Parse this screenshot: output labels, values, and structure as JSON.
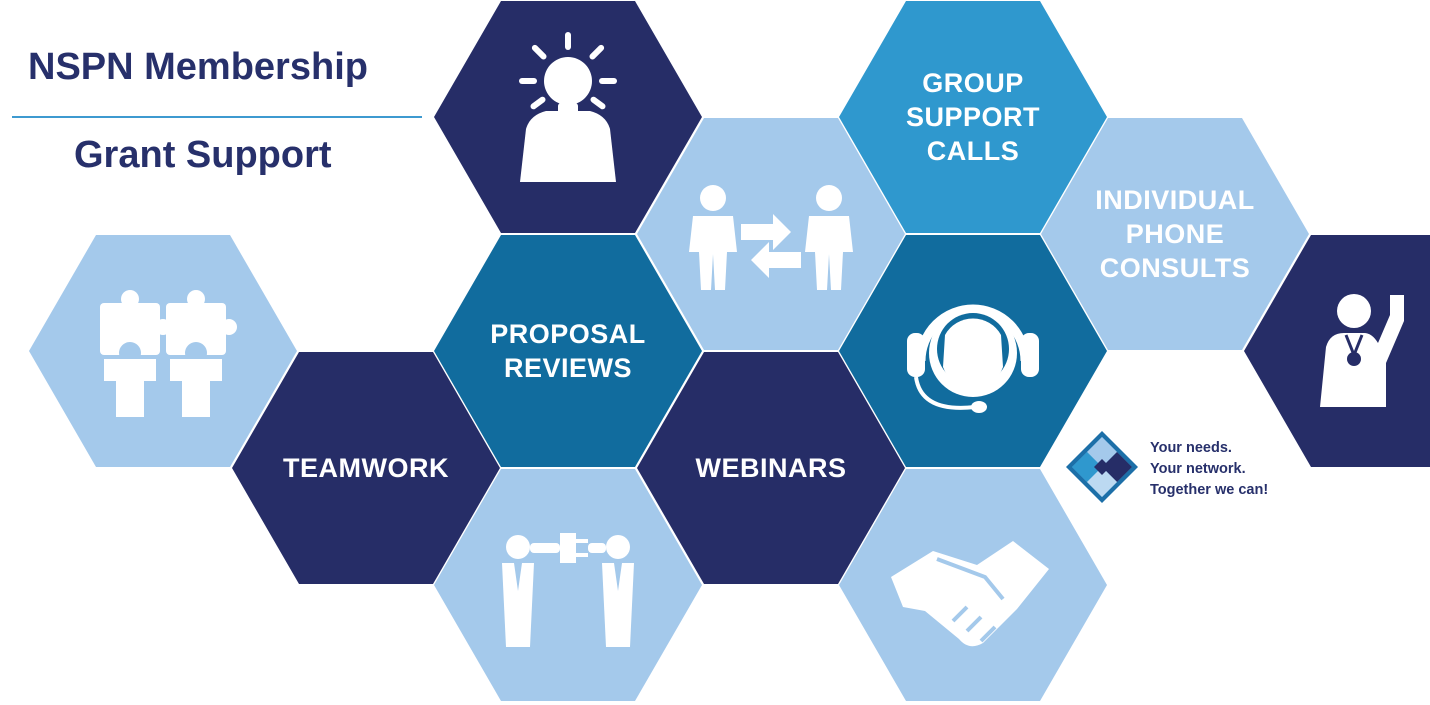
{
  "title": "NSPN Membership",
  "subtitle": "Grant Support",
  "colors": {
    "navy": "#262d67",
    "teal": "#116c9e",
    "bright": "#2f98ce",
    "light": "#a4c9eb",
    "text": "#27306b",
    "rule": "#3e9ad0"
  },
  "hexes": [
    {
      "id": "lightbulb-person",
      "color": "navy",
      "icon": "lightbulb-person-icon"
    },
    {
      "id": "group-support-calls",
      "color": "bright",
      "lines": [
        "GROUP",
        "SUPPORT",
        "CALLS"
      ]
    },
    {
      "id": "exchange",
      "color": "light",
      "icon": "exchange-people-icon"
    },
    {
      "id": "individual-phone-consults",
      "color": "light",
      "lines": [
        "INDIVIDUAL",
        "PHONE",
        "CONSULTS"
      ]
    },
    {
      "id": "puzzle",
      "color": "light",
      "icon": "puzzle-people-icon"
    },
    {
      "id": "proposal-reviews",
      "color": "teal",
      "lines": [
        "PROPOSAL",
        "REVIEWS"
      ]
    },
    {
      "id": "headset",
      "color": "teal",
      "icon": "headset-icon"
    },
    {
      "id": "presenter",
      "color": "navy",
      "icon": "presenter-icon"
    },
    {
      "id": "teamwork",
      "color": "navy",
      "lines": [
        "TEAMWORK"
      ]
    },
    {
      "id": "webinars",
      "color": "navy",
      "lines": [
        "WEBINARS"
      ]
    },
    {
      "id": "plug",
      "color": "light",
      "icon": "plug-connection-icon"
    },
    {
      "id": "handshake",
      "color": "light",
      "icon": "handshake-icon"
    }
  ],
  "logo": {
    "icon": "nspn-diamond-logo-icon",
    "lines": [
      "Your needs.",
      "Your network.",
      "Together we can!"
    ]
  }
}
